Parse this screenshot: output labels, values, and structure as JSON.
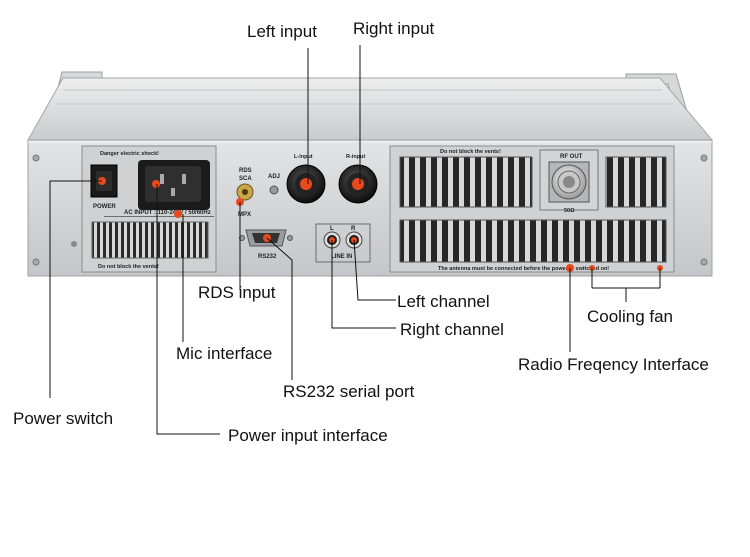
{
  "callouts": {
    "left_input": "Left input",
    "right_input": "Right input",
    "rds_input": "RDS input",
    "left_channel": "Left channel",
    "right_channel": "Right channel",
    "cooling_fan": "Cooling fan",
    "mic_interface": "Mic interface",
    "rf_interface": "Radio Freqency Interface",
    "rs232_port": "RS232 serial port",
    "power_switch": "Power switch",
    "power_input": "Power input interface"
  },
  "panel": {
    "danger": "Danger electric shock!",
    "no_block_left": "Do not block the vents!",
    "no_block_right": "Do not block the vents!",
    "power": "POWER",
    "ac_input": "AC INPUT : 110-240V / 50/60Hz",
    "rds": "RDS",
    "sca": "SCA",
    "adj": "ADJ",
    "mpx": "MPX",
    "l_input": "L-input",
    "r_input": "R-input",
    "rs232": "RS232",
    "l": "L",
    "r": "R",
    "line_in": "LINE IN",
    "rf_out": "RF OUT",
    "fifty_ohm": "50Ω",
    "antenna_warning": "The antenna must be connected before the power is switched on!"
  },
  "colors": {
    "connector_accent": "#e84a1e",
    "panel_silver": "#d4d6d8"
  }
}
